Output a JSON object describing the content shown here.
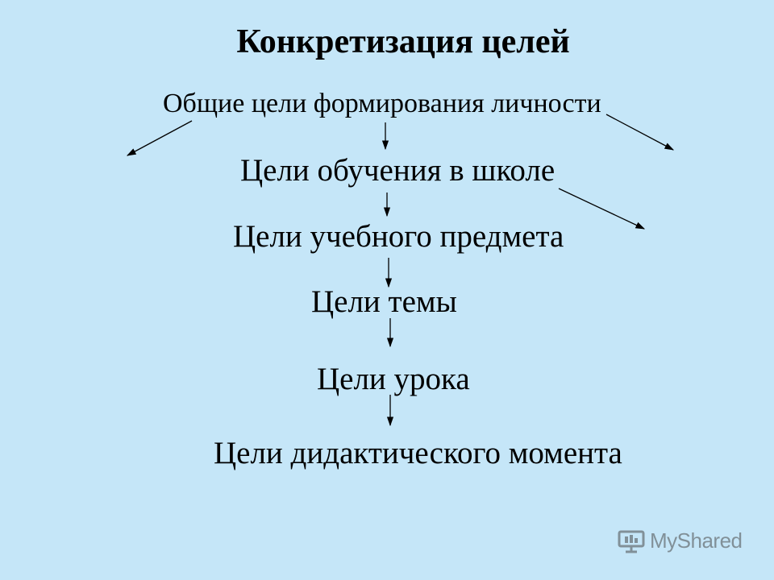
{
  "slide": {
    "title": "Конкретизация целей",
    "levels": [
      "Общие цели формирования личности",
      "Цели обучения в школе",
      "Цели учебного предмета",
      "Цели темы",
      "Цели урока",
      "Цели дидактического момента"
    ]
  },
  "watermark": {
    "text": "MyShared",
    "icon": "presentation-screen-icon"
  },
  "colors": {
    "background": "#c5e6f8",
    "text": "#000000",
    "arrow": "#000000"
  }
}
